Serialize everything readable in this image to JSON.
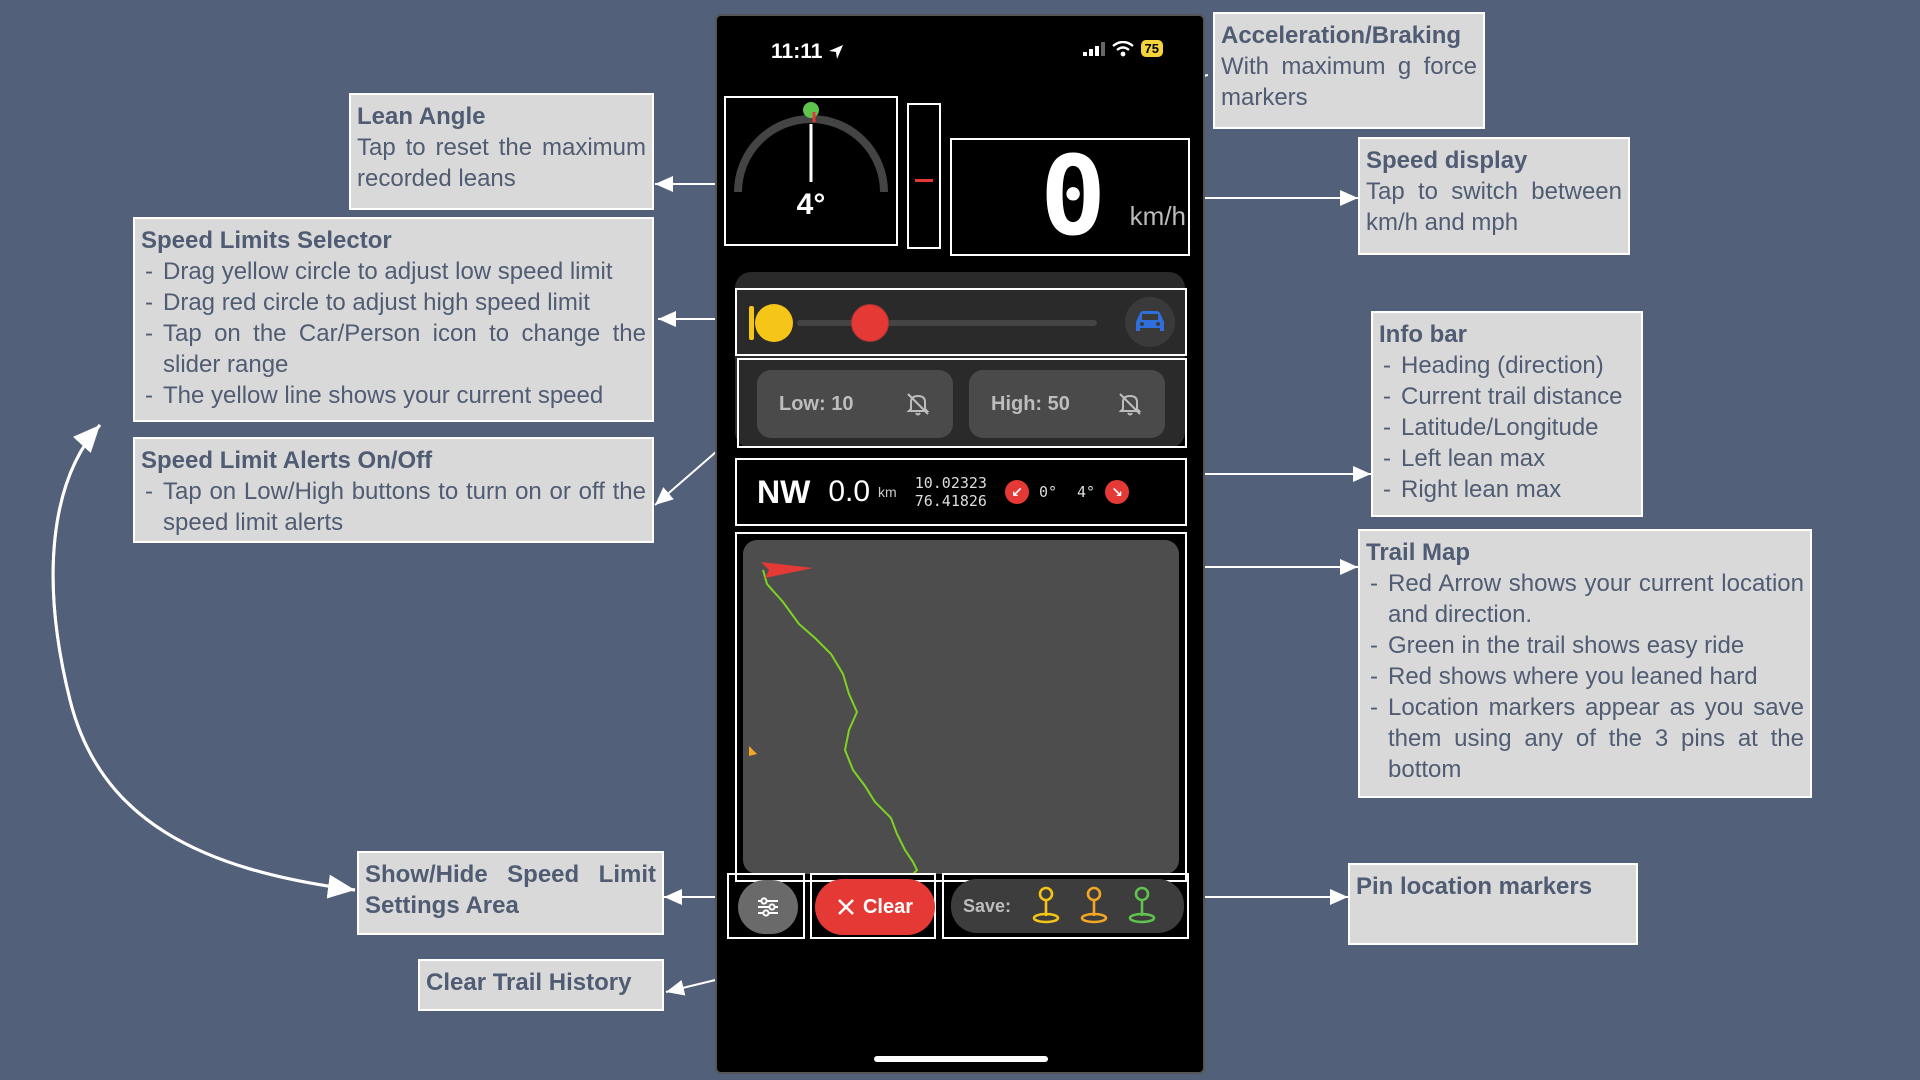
{
  "callouts": {
    "lean_angle": {
      "title": "Lean Angle",
      "desc": "Tap to reset the maximum recorded leans"
    },
    "accel": {
      "title": "Acceleration/Braking",
      "desc": "With maximum g force markers"
    },
    "speed_display": {
      "title": "Speed display",
      "desc": "Tap to switch between km/h and mph"
    },
    "speed_limits": {
      "title": "Speed Limits Selector",
      "items": [
        "Drag yellow circle to adjust low speed limit",
        "Drag red circle to adjust high speed limit",
        "Tap on the Car/Person icon to change the slider range",
        "The yellow line shows your current speed"
      ]
    },
    "alerts": {
      "title": "Speed Limit Alerts On/Off",
      "items": [
        "Tap on Low/High buttons to turn on or off the speed limit alerts"
      ]
    },
    "info_bar": {
      "title": "Info bar",
      "items": [
        "Heading (direction)",
        "Current trail distance",
        "Latitude/Longitude",
        "Left lean max",
        "Right lean max"
      ]
    },
    "trail_map": {
      "title": "Trail Map",
      "items": [
        "Red Arrow shows your current location and direction.",
        "Green in the trail shows easy ride",
        "Red shows where you leaned hard",
        "Location markers appear as you save them using any of the 3 pins at the bottom"
      ]
    },
    "show_hide": {
      "title": "Show/Hide Speed Limit Settings Area"
    },
    "clear_history": {
      "title": "Clear Trail History"
    },
    "pin_markers": {
      "title": "Pin location markers"
    }
  },
  "phone": {
    "status_time": "11:11",
    "battery": "75",
    "lean_angle": "4°",
    "speed": "0",
    "speed_unit": "km/h",
    "alerts": {
      "low": "Low: 10",
      "high": "High: 50"
    },
    "info": {
      "heading": "NW",
      "distance": "0.0",
      "distance_unit": "km",
      "lat": "10.02323",
      "lon": "76.41826",
      "left_lean": "0°",
      "right_lean": "4°"
    },
    "clear_label": "Clear",
    "save_label": "Save:"
  },
  "colors": {
    "background": "#526079",
    "callout_bg": "#d9d9d9",
    "callout_text": "#4f5c73",
    "low_limit": "#f5c518",
    "high_limit": "#e53935",
    "trail": "#7ed321",
    "car_icon": "#2f6fdc"
  },
  "icons": [
    "location-arrow-icon",
    "signal-icon",
    "wifi-icon",
    "battery-icon",
    "car-icon",
    "bell-off-icon",
    "sliders-icon",
    "close-icon",
    "pin-icon",
    "trail-arrow-icon"
  ]
}
